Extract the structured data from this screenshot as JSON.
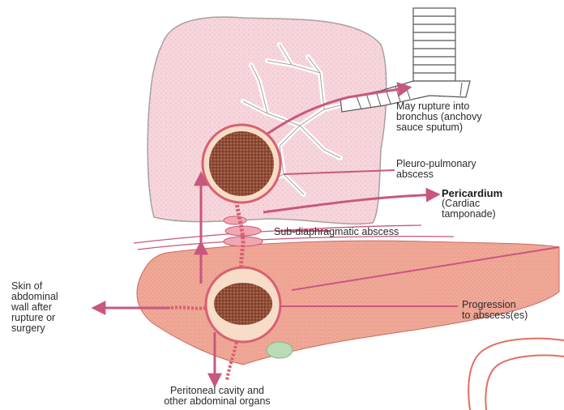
{
  "labels": {
    "bronchus": "May rupture into\nbronchus (anchovy\nsauce sputum)",
    "pleuro_pulmonary": "Pleuro-pulmonary\nabscess",
    "pericardium_title": "Pericardium",
    "pericardium_sub": "(Cardiac\ntamponade)",
    "sub_diaphragmatic": "Sub-diaphragmatic abscess",
    "skin": "Skin of\nabdominal\nwall after\nrupture or\nsurgery",
    "progression": "Progression\nto abscess(es)",
    "peritoneal": "Peritoneal cavity and\nother abdominal organs"
  },
  "colors": {
    "arrow": "#c8577e",
    "lung_fill": "#f6d6dc",
    "liver_fill": "#f0a897",
    "abscess_core": "#7a3a2a",
    "abscess_ring": "#f7dcc8",
    "bronchus_tree": "#ffffff",
    "gallbladder": "#b9dcb4",
    "colon_outline": "#e07060"
  }
}
